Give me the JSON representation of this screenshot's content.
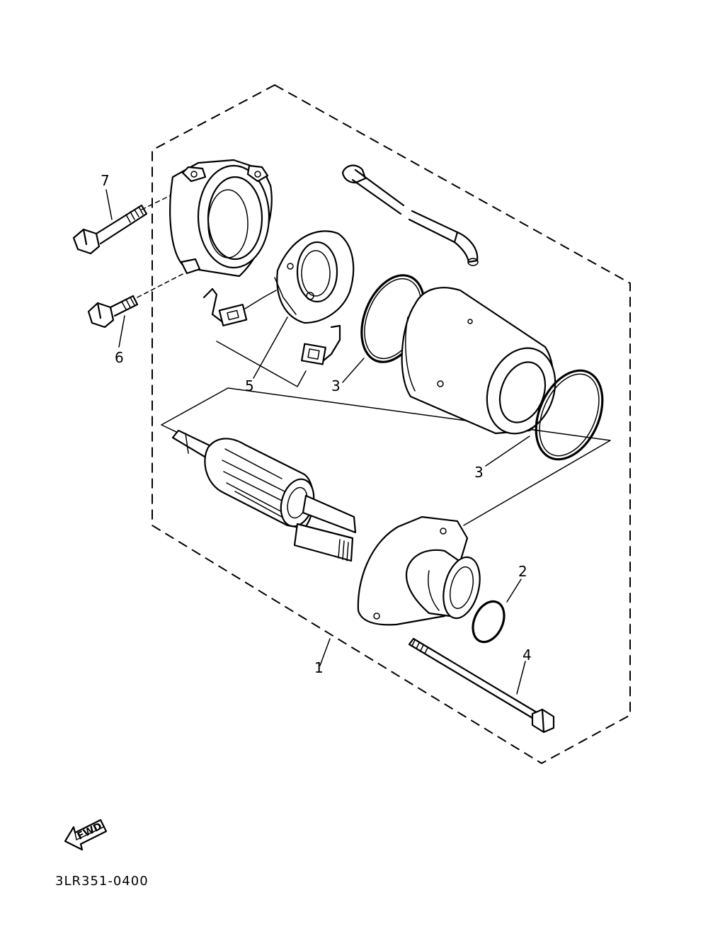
{
  "diagram": {
    "callouts": [
      {
        "id": "1",
        "label": "1"
      },
      {
        "id": "2",
        "label": "2"
      },
      {
        "id": "3a",
        "label": "3"
      },
      {
        "id": "3b",
        "label": "3"
      },
      {
        "id": "4",
        "label": "4"
      },
      {
        "id": "5",
        "label": "5"
      },
      {
        "id": "6",
        "label": "6"
      },
      {
        "id": "7",
        "label": "7"
      }
    ],
    "direction_label": "FWD",
    "figure_code": "3LR351-0400"
  }
}
